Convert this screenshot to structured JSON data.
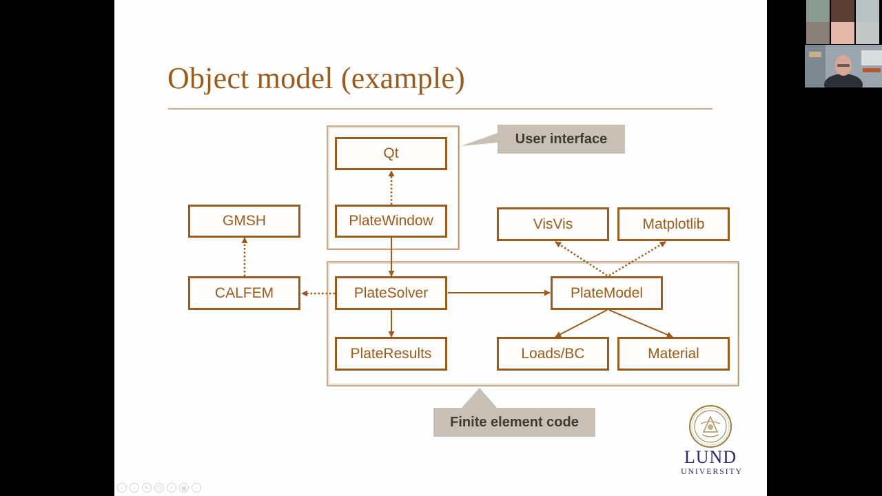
{
  "slide": {
    "title": "Object model (example)"
  },
  "diagram": {
    "boxes": {
      "qt": "Qt",
      "platewindow": "PlateWindow",
      "gmsh": "GMSH",
      "calfem": "CALFEM",
      "platesolver": "PlateSolver",
      "plateresults": "PlateResults",
      "platemodel": "PlateModel",
      "visvis": "VisVis",
      "matplotlib": "Matplotlib",
      "loadsbc": "Loads/BC",
      "material": "Material"
    },
    "callouts": {
      "user_interface": "User interface",
      "finite_element_code": "Finite element code"
    }
  },
  "logo": {
    "name": "LUND",
    "sub": "UNIVERSITY"
  },
  "colors": {
    "accent": "#9a5b1c",
    "callout_bg": "#c9c0b5",
    "callout_text": "#3e3a35",
    "logo": "#2b2a6b"
  },
  "slide_nav_icons": [
    "prev-icon",
    "next-icon",
    "pen-icon",
    "copy-icon",
    "zoom-icon",
    "grid-icon",
    "more-icon"
  ],
  "video_tiles": {
    "colors": [
      "#8c9a94",
      "#5a3d34",
      "#b8c2c0",
      "#8a7e78",
      "#e4b8a8",
      "#c3c8c6"
    ]
  }
}
